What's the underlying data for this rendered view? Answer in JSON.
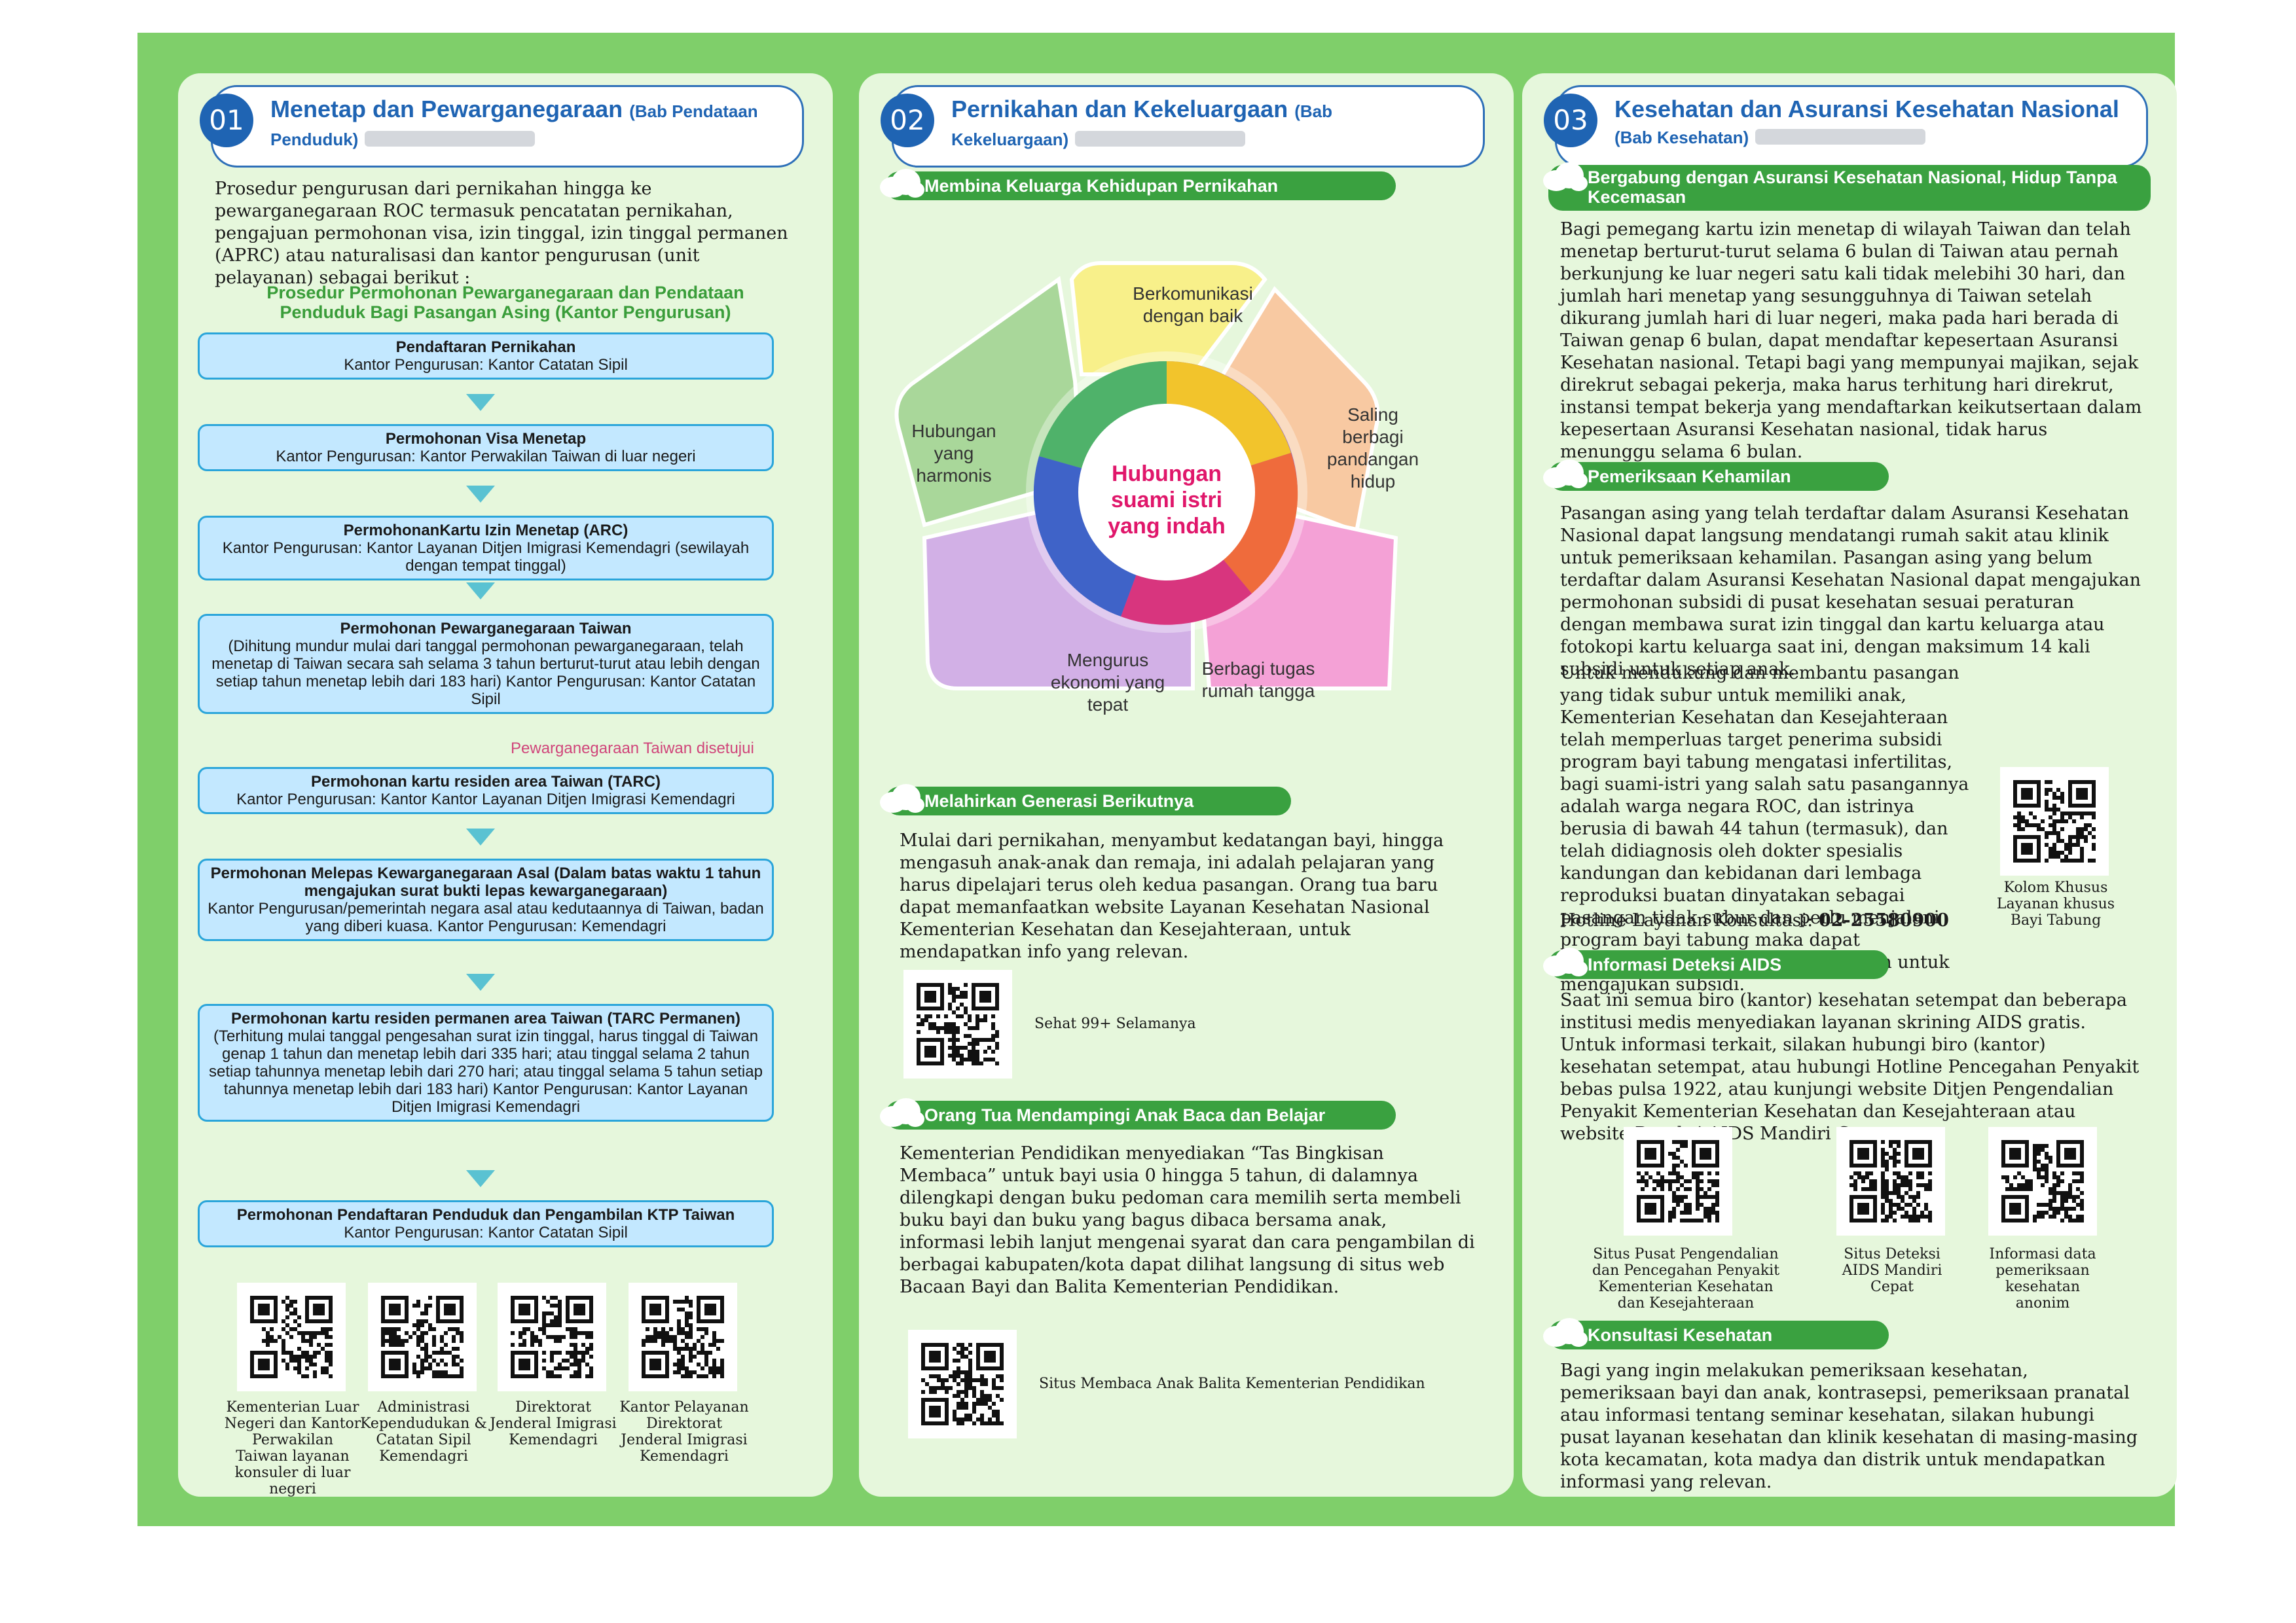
{
  "panel1": {
    "num": "01",
    "title": "Menetap dan Pewarganegaraan",
    "title_sub1": "(Bab Pendataan",
    "title_sub2": "Penduduk)",
    "intro": "Prosedur pengurusan dari pernikahan hingga ke pewarganegaraan ROC termasuk pencatatan pernikahan, pengajuan permohonan visa, izin tinggal, izin tinggal permanen (APRC) atau naturalisasi dan kantor pengurusan (unit pelayanan) sebagai berikut :",
    "flow_title": "Prosedur Permohonan Pewarganegaraan dan Pendataan Penduduk Bagi Pasangan Asing (Kantor Pengurusan)",
    "steps": [
      {
        "title": "Pendaftaran Pernikahan",
        "detail": "Kantor Pengurusan: Kantor Catatan Sipil"
      },
      {
        "title": "Permohonan Visa Menetap",
        "detail": "Kantor Pengurusan: Kantor Perwakilan Taiwan di luar negeri"
      },
      {
        "title": "PermohonanKartu Izin Menetap (ARC)",
        "detail": "Kantor Pengurusan: Kantor Layanan Ditjen Imigrasi Kemendagri (sewilayah dengan tempat tinggal)"
      },
      {
        "title": "Permohonan Pewarganegaraan Taiwan",
        "detail": "(Dihitung mundur mulai dari tanggal permohonan pewarganegaraan, telah menetap di Taiwan secara sah selama 3 tahun berturut-turut atau lebih dengan setiap tahun menetap lebih dari 183 hari) Kantor Pengurusan: Kantor Catatan Sipil"
      },
      {
        "title": "Permohonan kartu residen area Taiwan (TARC)",
        "detail": "Kantor Pengurusan: Kantor Kantor Layanan Ditjen Imigrasi Kemendagri"
      },
      {
        "title": "Permohonan Melepas Kewarganegaraan Asal (Dalam batas waktu 1 tahun mengajukan surat bukti lepas kewarganegaraan)",
        "detail": "Kantor Pengurusan/pemerintah negara asal atau kedutaannya di Taiwan, badan yang diberi kuasa. Kantor Pengurusan: Kemendagri"
      },
      {
        "title": "Permohonan kartu residen permanen area Taiwan (TARC Permanen)",
        "detail": "(Terhitung mulai tanggal pengesahan surat izin tinggal, harus tinggal di Taiwan genap 1 tahun dan menetap lebih dari 335 hari; atau tinggal selama 2 tahun setiap tahunnya menetap lebih dari 270 hari; atau tinggal selama 5 tahun setiap tahunnya menetap lebih dari 183 hari) Kantor Pengurusan: Kantor Layanan Ditjen Imigrasi Kemendagri"
      },
      {
        "title": "Permohonan Pendaftaran Penduduk dan Pengambilan KTP Taiwan",
        "detail": "Kantor Pengurusan: Kantor Catatan Sipil"
      }
    ],
    "approved_note": "Pewarganegaraan Taiwan disetujui",
    "qr_captions": [
      "Kementerian Luar Negeri dan Kantor Perwakilan Taiwan layanan konsuler di luar negeri",
      "Administrasi Kependudukan & Catatan Sipil Kemendagri",
      "Direktorat Jenderal Imigrasi Kemendagri",
      "Kantor Pelayanan Direktorat Jenderal Imigrasi Kemendagri"
    ]
  },
  "panel2": {
    "num": "02",
    "title": "Pernikahan dan Kekeluargaan",
    "title_sub1": "(Bab",
    "title_sub2": "Kekeluargaan)",
    "sec1": "Membina Keluarga Kehidupan Pernikahan",
    "pentagon": {
      "center": "Hubungan suami istri yang indah",
      "top": "Berkomunikasi dengan baik",
      "right": "Saling berbagi pandangan hidup",
      "bottom_right": "Berbagi tugas rumah tangga",
      "bottom_left": "Mengurus ekonomi yang tepat",
      "left": "Hubungan yang harmonis"
    },
    "sec2": "Melahirkan Generasi Berikutnya",
    "sec2_text": "Mulai dari pernikahan, menyambut kedatangan bayi, hingga mengasuh anak-anak dan remaja, ini adalah pelajaran yang harus dipelajari terus oleh kedua pasangan. Orang tua baru dapat memanfaatkan website Layanan Kesehatan Nasional Kementerian Kesehatan dan Kesejahteraan, untuk mendapatkan info yang relevan.",
    "qr1_caption": "Sehat 99+ Selamanya",
    "sec3": "Orang Tua Mendampingi Anak Baca dan Belajar",
    "sec3_text": "Kementerian Pendidikan menyediakan “Tas Bingkisan Membaca” untuk bayi usia 0 hingga 5 tahun, di dalamnya dilengkapi dengan buku pedoman cara memilih serta membeli buku bayi dan buku yang bagus dibaca bersama anak, informasi lebih lanjut mengenai syarat dan cara pengambilan di berbagai kabupaten/kota dapat dilihat langsung di situs web Bacaan Bayi dan Balita Kementerian Pendidikan.",
    "qr2_caption": "Situs Membaca Anak Balita Kementerian Pendidikan"
  },
  "panel3": {
    "num": "03",
    "title": "Kesehatan dan Asuransi Kesehatan Nasional",
    "title_sub1": "(Bab Kesehatan)",
    "sec1": "Bergabung dengan Asuransi Kesehatan Nasional, Hidup Tanpa Kecemasan",
    "sec1_text": "Bagi pemegang kartu izin menetap di wilayah Taiwan dan telah menetap berturut-turut selama 6 bulan di Taiwan atau pernah berkunjung ke luar negeri satu kali tidak melebihi 30 hari, dan jumlah hari menetap yang sesungguhnya di Taiwan setelah dikurang jumlah hari di luar negeri, maka pada hari berada di Taiwan genap 6 bulan, dapat mendaftar kepesertaan Asuransi Kesehatan nasional. Tetapi bagi yang mempunyai majikan, sejak direkrut sebagai pekerja, maka harus terhitung hari direkrut, instansi tempat bekerja yang mendaftarkan keikutsertaan dalam kepesertaan Asuransi Kesehatan nasional, tidak harus menunggu selama 6 bulan.",
    "sec2": "Pemeriksaan Kehamilan",
    "sec2_text1": "Pasangan asing yang telah terdaftar dalam Asuransi Kesehatan Nasional dapat langsung mendatangi rumah sakit atau klinik untuk pemeriksaan kehamilan. Pasangan asing yang belum terdaftar dalam Asuransi Kesehatan Nasional dapat mengajukan permohonan subsidi di pusat kesehatan sesuai peraturan dengan membawa surat izin tinggal dan kartu keluarga atau fotokopi kartu keluarga saat ini, dengan maksimum 14 kali subsidi untuk setiap anak.",
    "sec2_text2": "Untuk mendukung dan membantu pasangan yang tidak subur untuk memiliki anak, Kementerian Kesehatan dan Kesejahteraan telah memperluas target penerima subsidi program bayi tabung mengatasi infertilitas, bagi suami-istri yang salah satu pasangannya adalah warga negara ROC, dan istrinya berusia di bawah 44 tahun (termasuk), dan telah didiagnosis oleh dokter spesialis kandungan dan kebidanan dari lembaga reproduksi buatan dinyatakan sebagai pasangan tidak subur dan perlu menjalani program bayi tabung maka dapat menyerahkan dokumen yang relevan untuk mengajukan subsidi.",
    "hotline_label": "Hotline Layanan Konsultasi:",
    "hotline_number": "02-25580900",
    "qr_ivf_caption": "Kolom Khusus Layanan khusus Bayi Tabung",
    "sec3": "Informasi Deteksi AIDS",
    "sec3_text": "Saat ini semua biro (kantor) kesehatan setempat dan beberapa institusi medis menyediakan layanan skrining AIDS gratis. Untuk informasi terkait, silakan hubungi biro (kantor) kesehatan setempat, atau hubungi Hotline Pencegahan Penyakit bebas pulsa 1922, atau kunjungi website Ditjen Pengendalian Penyakit Kementerian Kesehatan dan Kesejahteraan atau website Deteksi AIDS Mandiri Cepat.",
    "qr_captions": [
      "Situs Pusat Pengendalian dan Pencegahan Penyakit Kementerian Kesehatan dan Kesejahteraan",
      "Situs Deteksi AIDS Mandiri Cepat",
      "Informasi data pemeriksaan kesehatan anonim"
    ],
    "sec4": "Konsultasi Kesehatan",
    "sec4_text": "Bagi yang ingin melakukan pemeriksaan kesehatan, pemeriksaan bayi dan anak, kontrasepsi, pemeriksaan pranatal atau informasi tentang seminar kesehatan, silakan hubungi pusat layanan kesehatan dan klinik kesehatan di masing-masing kota kecamatan, kota madya dan distrik untuk mendapatkan informasi yang relevan."
  },
  "colors": {
    "board": "#7fcf6a",
    "panel": "#e6f7dc",
    "title_blue": "#1f64b3",
    "section_green": "#3aa140",
    "flow_box": "#c3e8ff",
    "approved_pink": "#d0457a",
    "center_pink": "#e0176b"
  }
}
